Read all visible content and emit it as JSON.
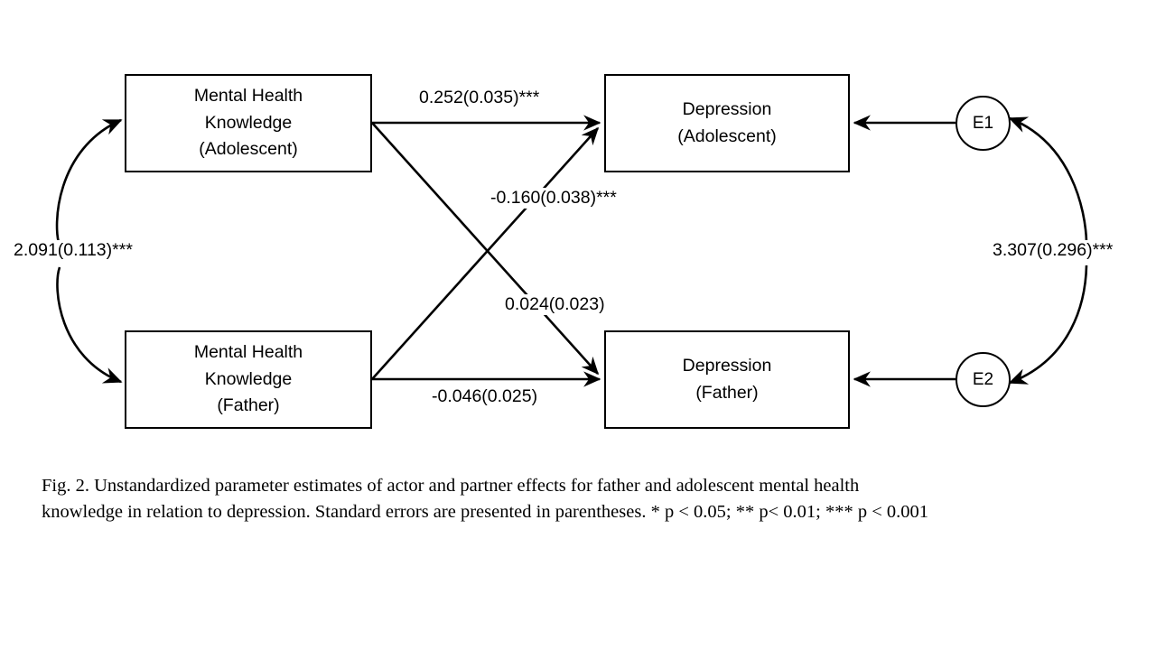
{
  "figure": {
    "type": "path-diagram",
    "nodes": [
      {
        "id": "mhk-adolescent",
        "label_lines": [
          "Mental Health",
          "Knowledge",
          "(Adolescent)"
        ],
        "shape": "rectangle"
      },
      {
        "id": "mhk-father",
        "label_lines": [
          "Mental Health",
          "Knowledge",
          "(Father)"
        ],
        "shape": "rectangle"
      },
      {
        "id": "depression-adolescent",
        "label_lines": [
          "Depression",
          "(Adolescent)"
        ],
        "shape": "rectangle"
      },
      {
        "id": "depression-father",
        "label_lines": [
          "Depression",
          "(Father)"
        ],
        "shape": "rectangle"
      },
      {
        "id": "e1",
        "label": "E1",
        "shape": "circle"
      },
      {
        "id": "e2",
        "label": "E2",
        "shape": "circle"
      }
    ],
    "paths": [
      {
        "id": "actor-adolescent",
        "from": "mhk-adolescent",
        "to": "depression-adolescent",
        "estimate": "0.252",
        "se": "0.035",
        "stars": "***",
        "label": "0.252(0.035)***"
      },
      {
        "id": "partner-father-to-adolescent",
        "from": "mhk-father",
        "to": "depression-adolescent",
        "estimate": "-0.160",
        "se": "0.038",
        "stars": "***",
        "label": "-0.160(0.038)***"
      },
      {
        "id": "partner-adolescent-to-father",
        "from": "mhk-adolescent",
        "to": "depression-father",
        "estimate": "0.024",
        "se": "0.023",
        "stars": "",
        "label": "0.024(0.023)"
      },
      {
        "id": "actor-father",
        "from": "mhk-father",
        "to": "depression-father",
        "estimate": "-0.046",
        "se": "0.025",
        "stars": "",
        "label": "-0.046(0.025)"
      },
      {
        "id": "covariance-predictors",
        "from": "mhk-adolescent",
        "to": "mhk-father",
        "estimate": "2.091",
        "se": "0.113",
        "stars": "***",
        "label": "2.091(0.113)***",
        "bidirectional": true
      },
      {
        "id": "covariance-errors",
        "from": "e1",
        "to": "e2",
        "estimate": "3.307",
        "se": "0.296",
        "stars": "***",
        "label": "3.307(0.296)***",
        "bidirectional": true
      }
    ],
    "caption": {
      "line1": "Fig. 2.  Unstandardized parameter estimates of actor and partner effects for father and adolescent mental health",
      "line2": "knowledge in relation to depression. Standard errors are presented in parentheses. * p < 0.05; ** p< 0.01; *** p < 0.001"
    },
    "colors": {
      "stroke": "#000000",
      "background": "#ffffff",
      "text": "#000000"
    }
  }
}
